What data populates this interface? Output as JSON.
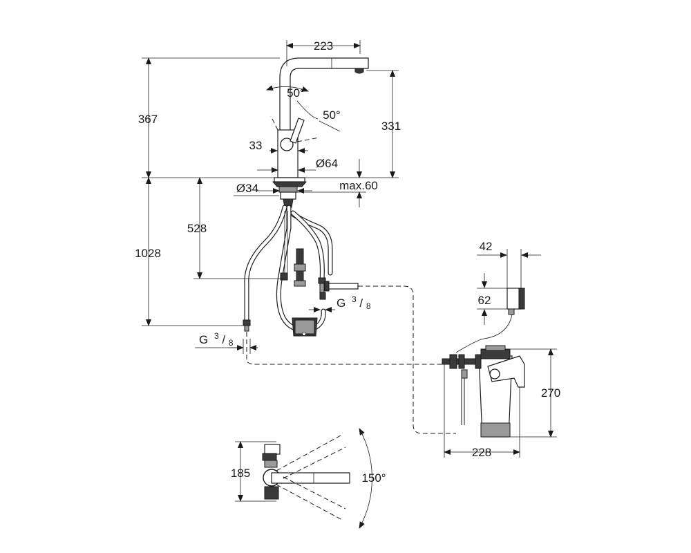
{
  "dimensions": {
    "spout_reach": "223",
    "total_height": "367",
    "spout_height": "331",
    "lever_angle_up": "50°",
    "lever_angle_side": "50°",
    "lever_width": "33",
    "body_diameter": "Ø64",
    "hole_diameter": "Ø34",
    "max_counter_thickness": "max.60",
    "hose_length": "528",
    "overall_length": "1028",
    "connection_thread_main": "G",
    "connection_thread_main_num": "3",
    "connection_thread_main_den": "8",
    "connection_thread_side": "G",
    "connection_thread_side_num": "3",
    "connection_thread_side_den": "8",
    "wall_box_width": "42",
    "wall_box_height": "62",
    "unit_height": "270",
    "unit_width": "228",
    "plan_depth": "185",
    "swivel_angle": "150°"
  }
}
